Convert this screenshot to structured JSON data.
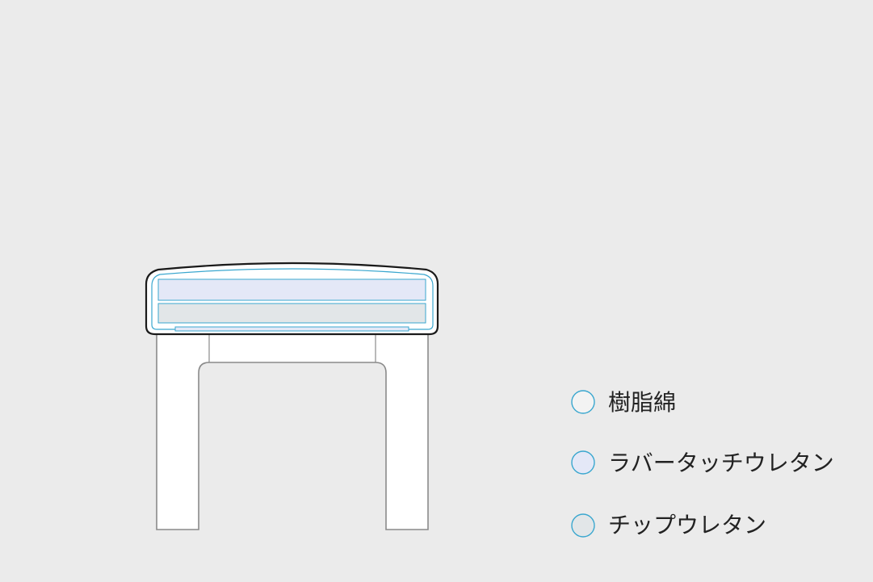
{
  "background_color": "#ebebeb",
  "colors": {
    "outline": "#1a1a1a",
    "accent_line": "#3aa7cf",
    "leg_fill": "#ffffff",
    "leg_stroke": "#8a8a8a",
    "layer_resin": "#f3f3f3",
    "layer_rubber_touch": "#e4e8f7",
    "layer_chip": "#e2e6e8"
  },
  "legend": [
    {
      "label": "樹脂綿",
      "color": "#f3f3f3"
    },
    {
      "label": "ラバータッチウレタン",
      "color": "#e4e8f7"
    },
    {
      "label": "チップウレタン",
      "color": "#e2e6e8"
    }
  ]
}
